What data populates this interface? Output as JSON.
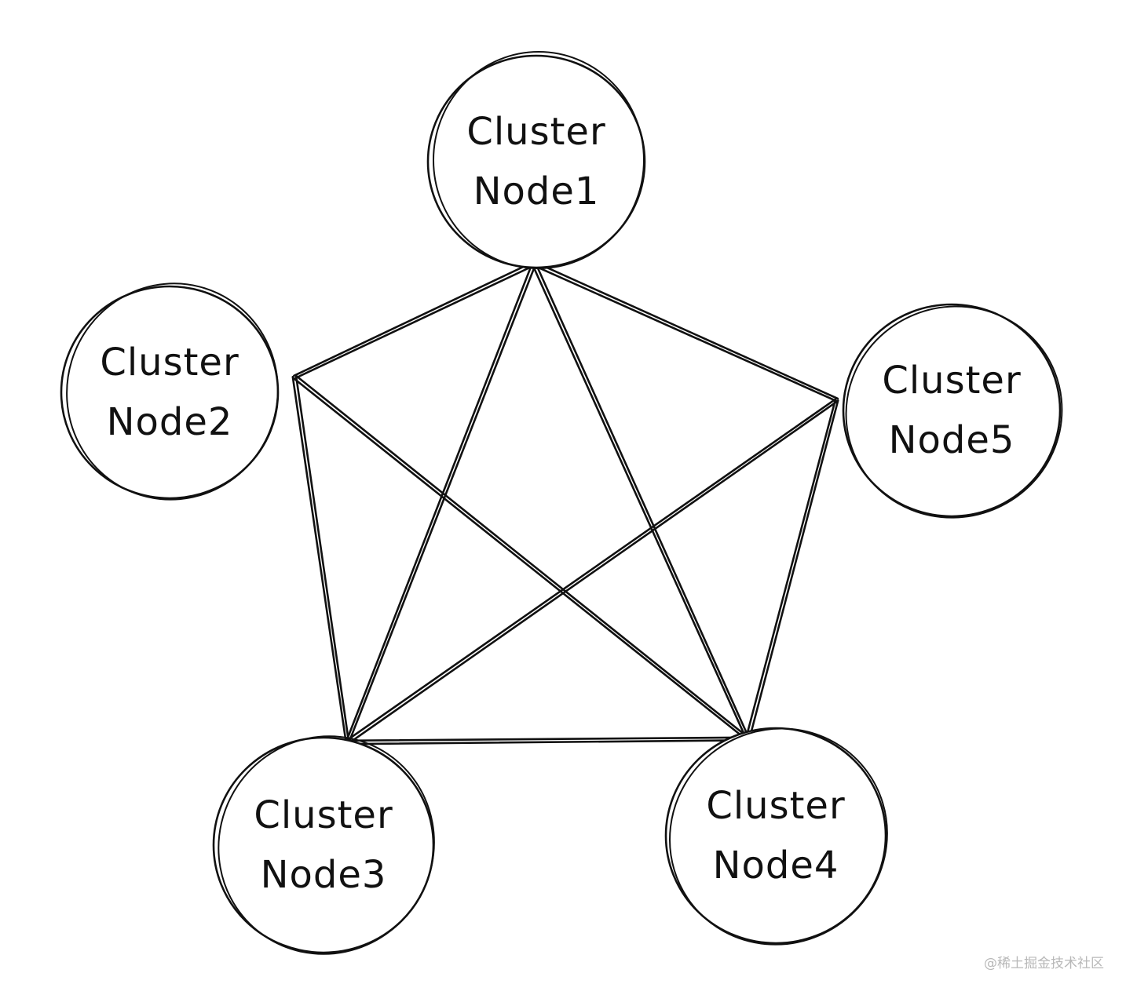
{
  "diagram": {
    "nodes": [
      {
        "id": "node1",
        "line1": "Cluster",
        "line2": "Node1"
      },
      {
        "id": "node2",
        "line1": "Cluster",
        "line2": "Node2"
      },
      {
        "id": "node3",
        "line1": "Cluster",
        "line2": "Node3"
      },
      {
        "id": "node4",
        "line1": "Cluster",
        "line2": "Node4"
      },
      {
        "id": "node5",
        "line1": "Cluster",
        "line2": "Node5"
      }
    ],
    "edges": [
      [
        "node1",
        "node2"
      ],
      [
        "node1",
        "node3"
      ],
      [
        "node1",
        "node4"
      ],
      [
        "node1",
        "node5"
      ],
      [
        "node2",
        "node3"
      ],
      [
        "node2",
        "node4"
      ],
      [
        "node3",
        "node4"
      ],
      [
        "node3",
        "node5"
      ],
      [
        "node4",
        "node5"
      ]
    ],
    "stroke_color": "#111111"
  },
  "watermark": "@稀土掘金技术社区"
}
